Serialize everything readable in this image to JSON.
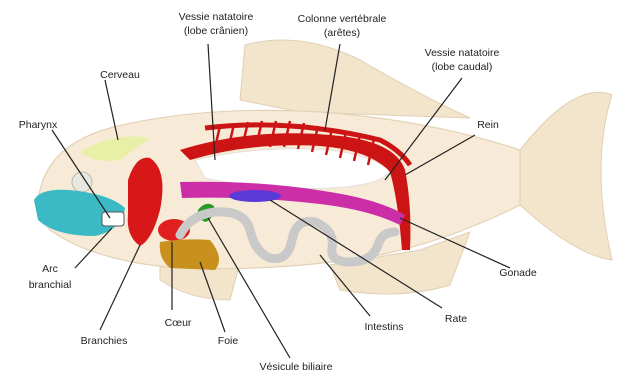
{
  "labels": {
    "vessie_cranien_l1": "Vessie natatoire",
    "vessie_cranien_l2": "(lobe crânien)",
    "colonne_l1": "Colonne vertébrale",
    "colonne_l2": "(arêtes)",
    "vessie_caudal_l1": "Vessie natatoire",
    "vessie_caudal_l2": "(lobe caudal)",
    "cerveau": "Cerveau",
    "pharynx": "Pharynx",
    "rein": "Rein",
    "arc_l1": "Arc",
    "arc_l2": "branchial",
    "branchies": "Branchies",
    "coeur": "Cœur",
    "foie": "Foie",
    "vesicule": "Vésicule biliaire",
    "intestins": "Intestins",
    "rate": "Rate",
    "gonade": "Gonade"
  },
  "colors": {
    "body": "#f7ead6",
    "fin": "#f3e4cc",
    "swim_bladder": "#ffffff",
    "spine": "#cc1414",
    "kidney": "#cc1414",
    "gills": "#d81818",
    "heart": "#e02020",
    "gonad": "#cc2ea8",
    "spleen": "#5a3ad8",
    "gallbladder": "#2a9a2a",
    "liver": "#c8901c",
    "intestine": "#c9c9c9",
    "pharynx": "#3bb9c4",
    "brain": "#e8f0a8",
    "leader": "#222222"
  }
}
